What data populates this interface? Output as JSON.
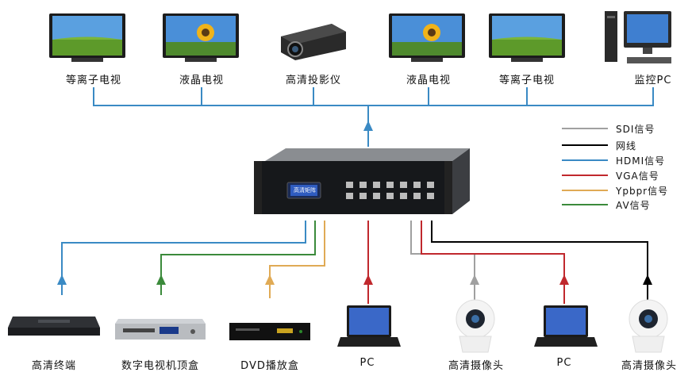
{
  "displays": [
    {
      "label": "等离子电视",
      "icon": "plasma-tv-icon"
    },
    {
      "label": "液晶电视",
      "icon": "lcd-tv-icon"
    },
    {
      "label": "高清投影仪",
      "icon": "projector-icon"
    },
    {
      "label": "液晶电视",
      "icon": "lcd-tv-icon"
    },
    {
      "label": "等离子电视",
      "icon": "plasma-tv-icon"
    },
    {
      "label": "监控PC",
      "icon": "desktop-pc-icon"
    }
  ],
  "matrix": {
    "screen_text": "高清矩阵",
    "icon": "matrix-switcher-icon"
  },
  "legend": [
    {
      "label": "SDI信号",
      "color": "#a0a0a0"
    },
    {
      "label": "网线",
      "color": "#000000"
    },
    {
      "label": "HDMI信号",
      "color": "#3a8ac4"
    },
    {
      "label": "VGA信号",
      "color": "#c0282d"
    },
    {
      "label": "Ypbpr信号",
      "color": "#e0aa55"
    },
    {
      "label": "AV信号",
      "color": "#3b8a3b"
    }
  ],
  "sources": [
    {
      "label": "高清终端",
      "icon": "hd-terminal-icon",
      "signal": "HDMI"
    },
    {
      "label": "数字电视机顶盒",
      "icon": "set-top-box-icon",
      "signal": "AV"
    },
    {
      "label": "DVD播放盒",
      "icon": "dvd-player-icon",
      "signal": "Ypbpr"
    },
    {
      "label": "PC",
      "icon": "laptop-icon",
      "signal": "VGA"
    },
    {
      "label": "高清摄像头",
      "icon": "hd-camera-icon",
      "signal": "SDI"
    },
    {
      "label": "PC",
      "icon": "laptop-icon",
      "signal": "VGA"
    },
    {
      "label": "高清摄像头",
      "icon": "hd-camera-icon",
      "signal": "网线"
    }
  ],
  "colors": {
    "hdmi": "#3a8ac4",
    "av": "#3b8a3b",
    "ypbpr": "#e0aa55",
    "vga": "#c0282d",
    "sdi": "#a0a0a0",
    "net": "#000000"
  }
}
